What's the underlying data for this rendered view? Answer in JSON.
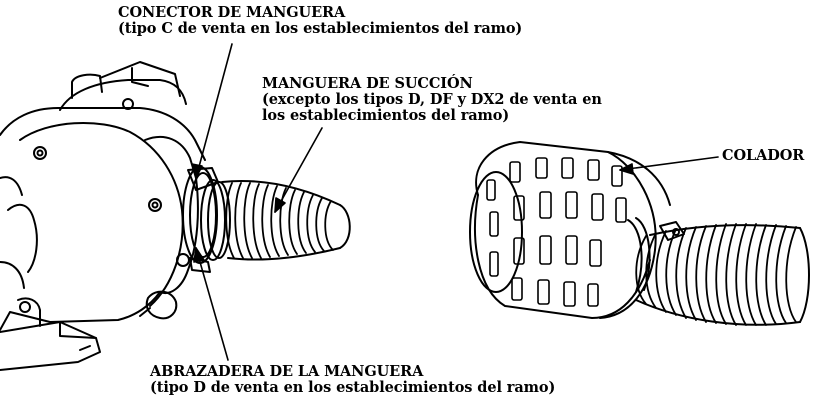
{
  "labels": {
    "hose_connector": {
      "line1": "CONECTOR DE MANGUERA",
      "line2": "(tipo C de venta en los establecimientos del ramo)"
    },
    "suction_hose": {
      "line1": "MANGUERA DE SUCCIÓN",
      "line2": "(excepto los tipos D, DF y DX2 de venta en",
      "line3": "los establecimientos del ramo)"
    },
    "strainer": {
      "line1": "COLADOR"
    },
    "hose_clamp": {
      "line1": "ABRAZADERA DE LA MANGUERA",
      "line2": "(tipo D de venta en los establecimientos del ramo)"
    }
  },
  "colors": {
    "ink": "#000000",
    "background": "#ffffff"
  }
}
